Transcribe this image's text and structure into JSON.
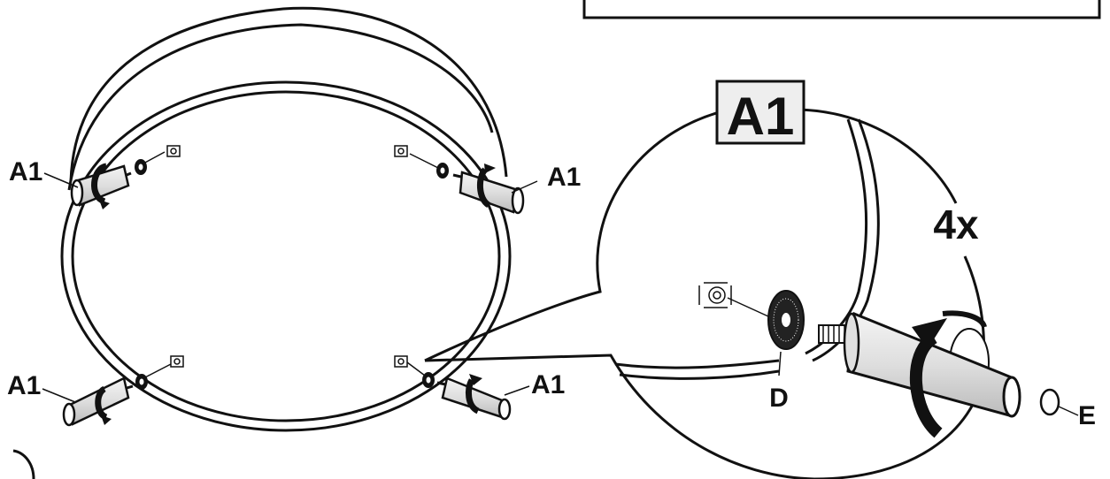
{
  "labels": {
    "leg_top_left": "A1",
    "leg_top_right": "A1",
    "leg_bottom_left": "A1",
    "leg_bottom_right": "A1",
    "detail_badge": "A1",
    "quantity": "4x",
    "washer": "D",
    "cap": "E"
  },
  "colors": {
    "ink": "#111111",
    "leg_fill": "#e6e6e6",
    "badge_fill": "#eeeeee",
    "background": "#ffffff"
  },
  "icons": {
    "washer_symbol": "stamped-washer-icon",
    "rotation": "rotate-arrow-icon"
  }
}
